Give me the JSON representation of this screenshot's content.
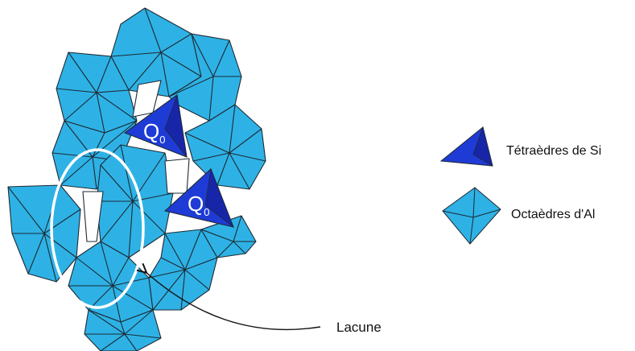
{
  "colors": {
    "octahedron": "#2eb2e6",
    "octahedron_dark": "#1f9fd6",
    "tetrahedron": "#1f3bd6",
    "tetrahedron_dark": "#1726a8",
    "edge": "#1e2a33",
    "lacune_ring": "#ffffff",
    "background": "#ffffff"
  },
  "structure": {
    "q0_labels": [
      {
        "main": "Q",
        "sub": "0"
      },
      {
        "main": "Q",
        "sub": "0"
      }
    ]
  },
  "legend": {
    "items": [
      {
        "icon": "tetrahedron-icon",
        "label": "Tétraèdres de Si"
      },
      {
        "icon": "octahedron-icon",
        "label": "Octaèdres d'Al"
      }
    ]
  },
  "annotation": {
    "label": "Lacune"
  }
}
